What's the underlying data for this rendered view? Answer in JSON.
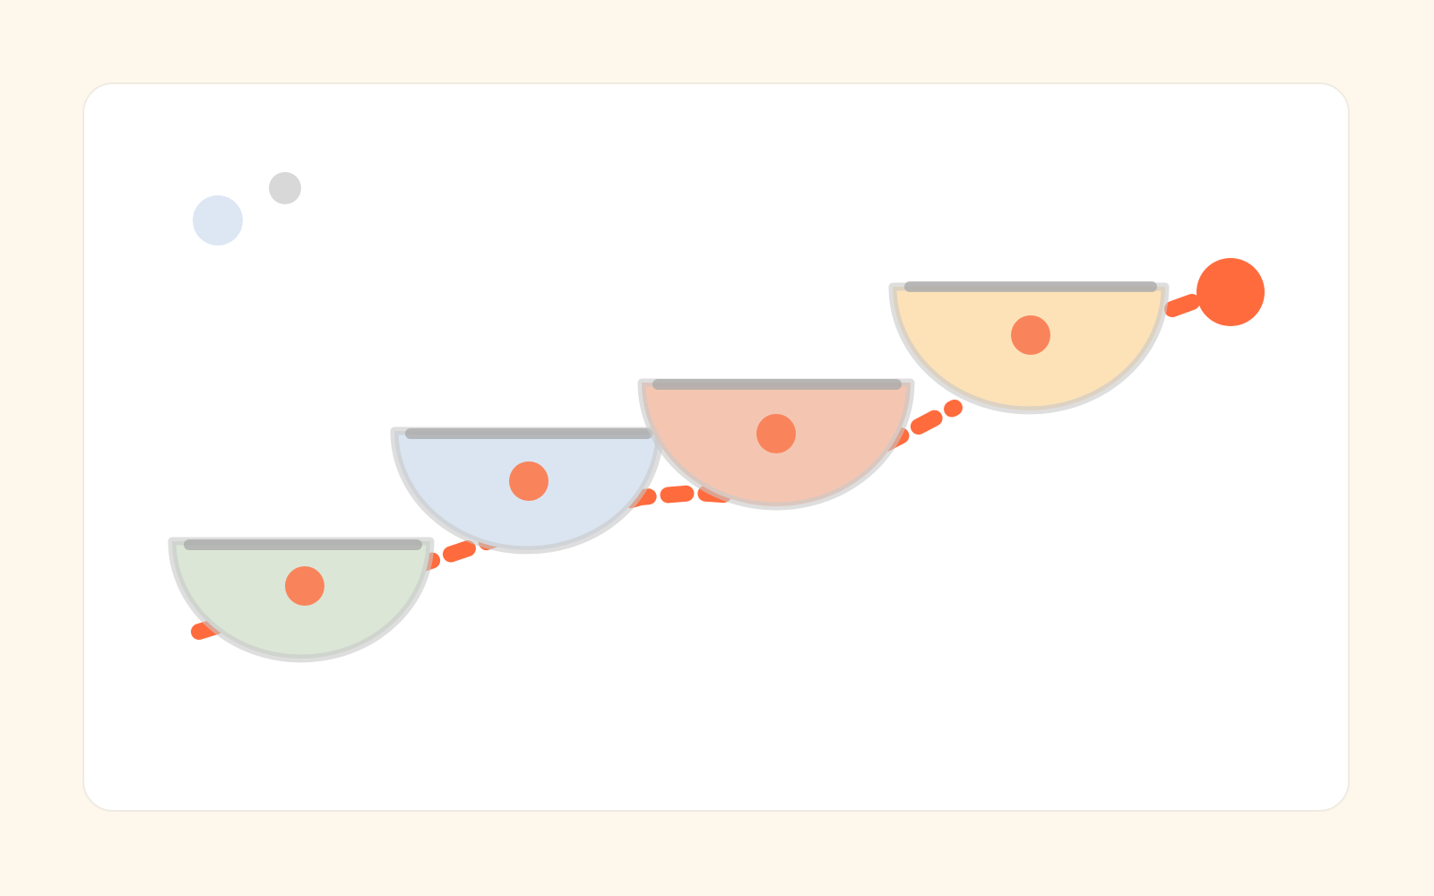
{
  "colors": {
    "background": "#fdf7ec",
    "card": "#ffffff",
    "path": "#ff6b3d",
    "bowl_outline": "#cfcfcf"
  },
  "dots": [
    {
      "name": "blue-dot",
      "color": "#dde7f3"
    },
    {
      "name": "gray-dot",
      "color": "#d8d8d8"
    }
  ],
  "bowls": [
    {
      "name": "bowl-green",
      "color": "#dbe6d6"
    },
    {
      "name": "bowl-blue",
      "color": "#dbe5f2"
    },
    {
      "name": "bowl-salmon",
      "color": "#f4c6b2"
    },
    {
      "name": "bowl-yellow",
      "color": "#fde2b8"
    }
  ]
}
